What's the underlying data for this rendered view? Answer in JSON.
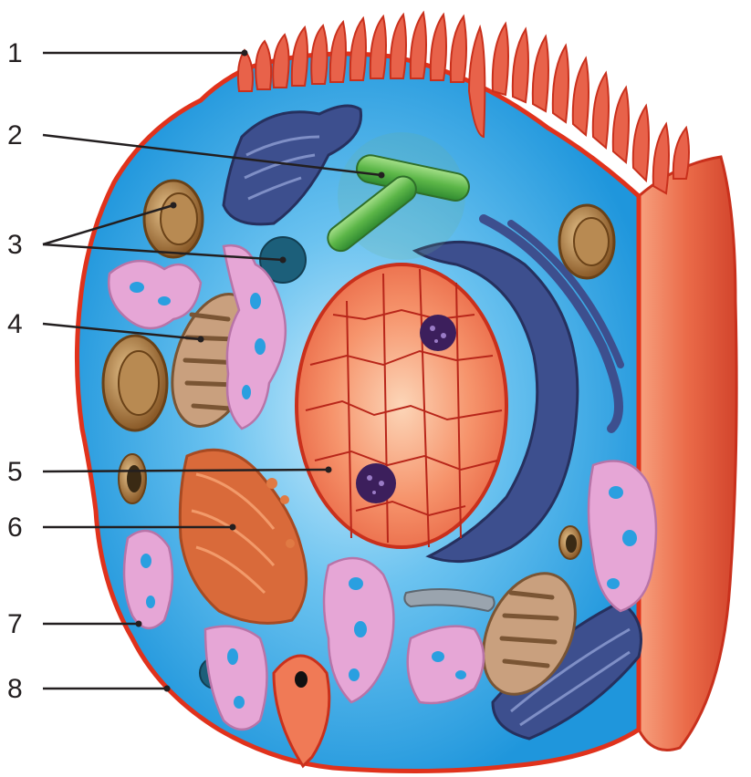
{
  "diagram": {
    "labels": [
      "1",
      "2",
      "3",
      "4",
      "5",
      "6",
      "7",
      "8"
    ]
  },
  "colors": {
    "cytoplasm": "#2a9fe0",
    "cytoplasm_light": "#8fd2f4",
    "membrane": "#e0321c",
    "microvilli": "#e8624a",
    "side_wall": "#e8684a",
    "nucleus": "#f07a56",
    "nucleus_outline": "#b8261a",
    "nucleolus": "#3c1f5c",
    "er": "#3d4f8e",
    "golgi": "#d96a3a",
    "mitochondrion": "#c9a07e",
    "lysosome": "#1c5f7a",
    "vacuole": "#9b6b3a",
    "centriole": "#58b548",
    "tubule_network": "#e6a6d6",
    "leader_line": "#231f20"
  }
}
